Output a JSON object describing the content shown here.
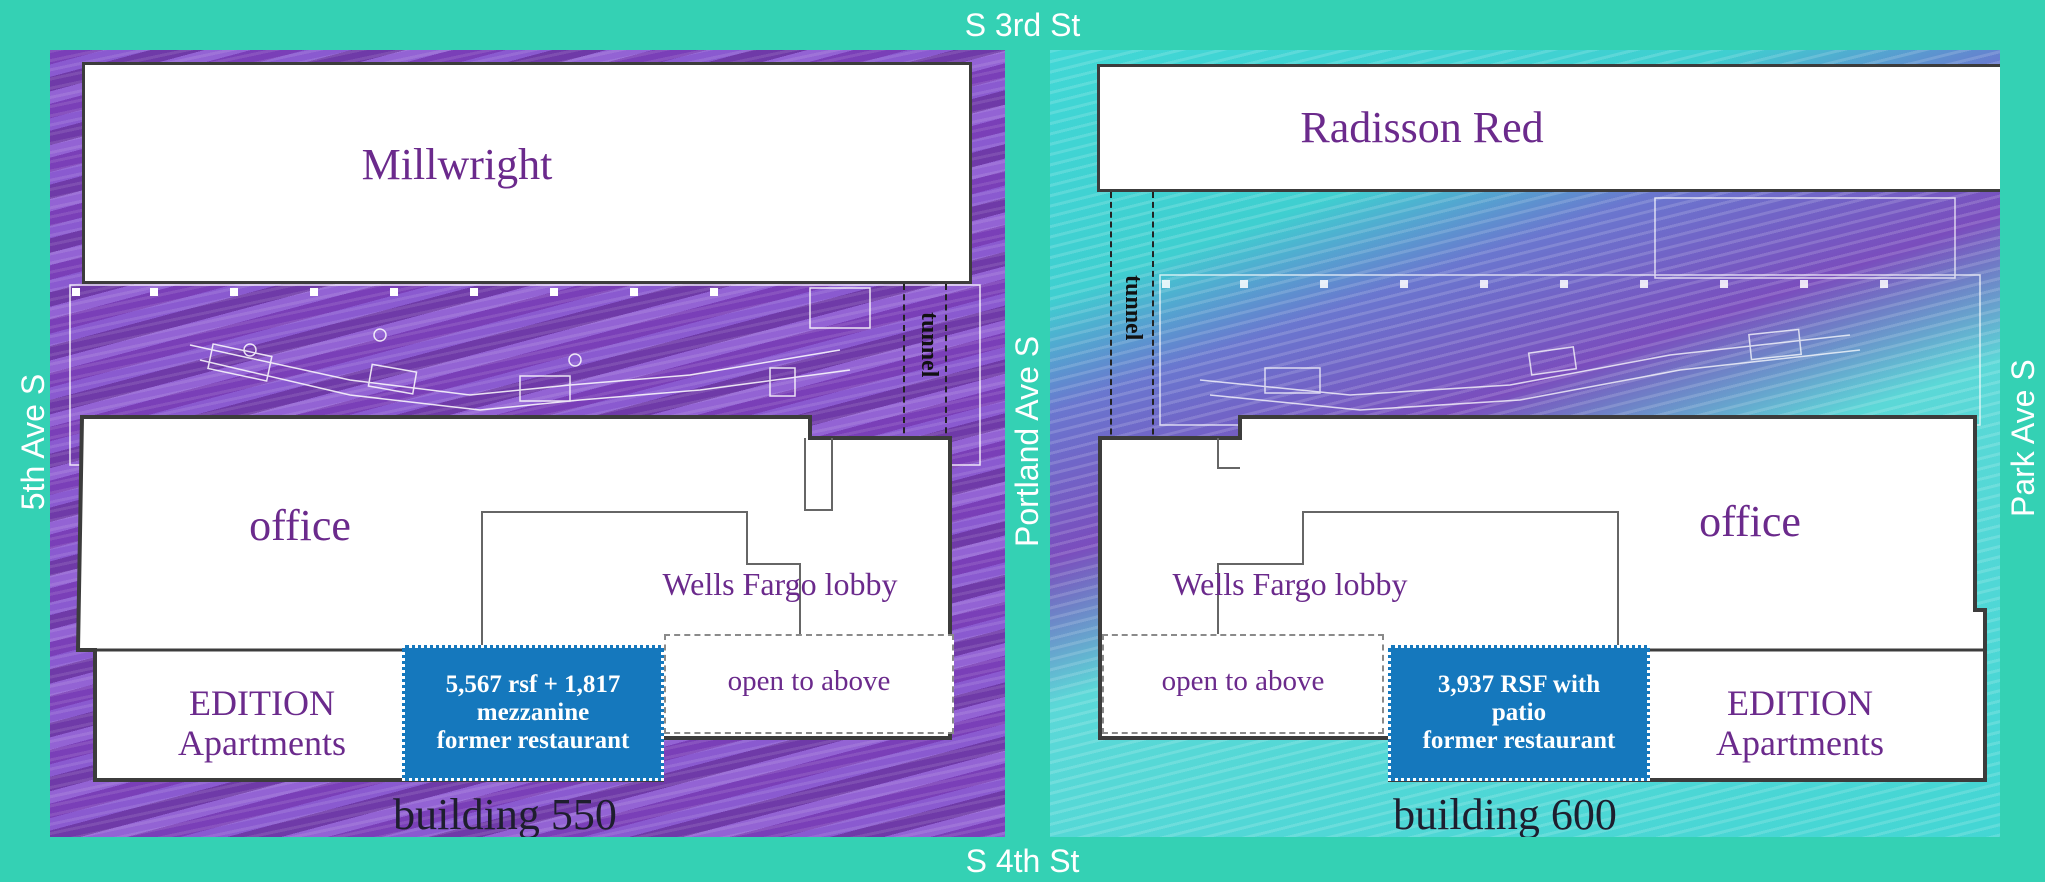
{
  "streets": {
    "north": "S 3rd St",
    "south": "S 4th St",
    "west": "5th Ave S",
    "middle": "Portland Ave S",
    "east": "Park Ave S"
  },
  "building_550": {
    "caption": "building 550",
    "top_block": "Millwright",
    "office": "office",
    "lobby": "Wells Fargo lobby",
    "apartments_line1": "EDITION",
    "apartments_line2": "Apartments",
    "open_area": "open to above",
    "tunnel": "tunnel",
    "callout_line1": "5,567 rsf + 1,817",
    "callout_line2": "mezzanine",
    "callout_line3": "former restaurant"
  },
  "building_600": {
    "caption": "building 600",
    "top_block": "Radisson Red",
    "office": "office",
    "lobby": "Wells Fargo lobby",
    "apartments_line1": "EDITION",
    "apartments_line2": "Apartments",
    "open_area": "open to above",
    "tunnel": "tunnel",
    "callout_line1": "3,937 RSF with",
    "callout_line2": "patio",
    "callout_line3": "former restaurant"
  },
  "colors": {
    "frame": "#34d1b4",
    "label_purple": "#6b2a8c",
    "callout_blue": "#1578bd"
  }
}
